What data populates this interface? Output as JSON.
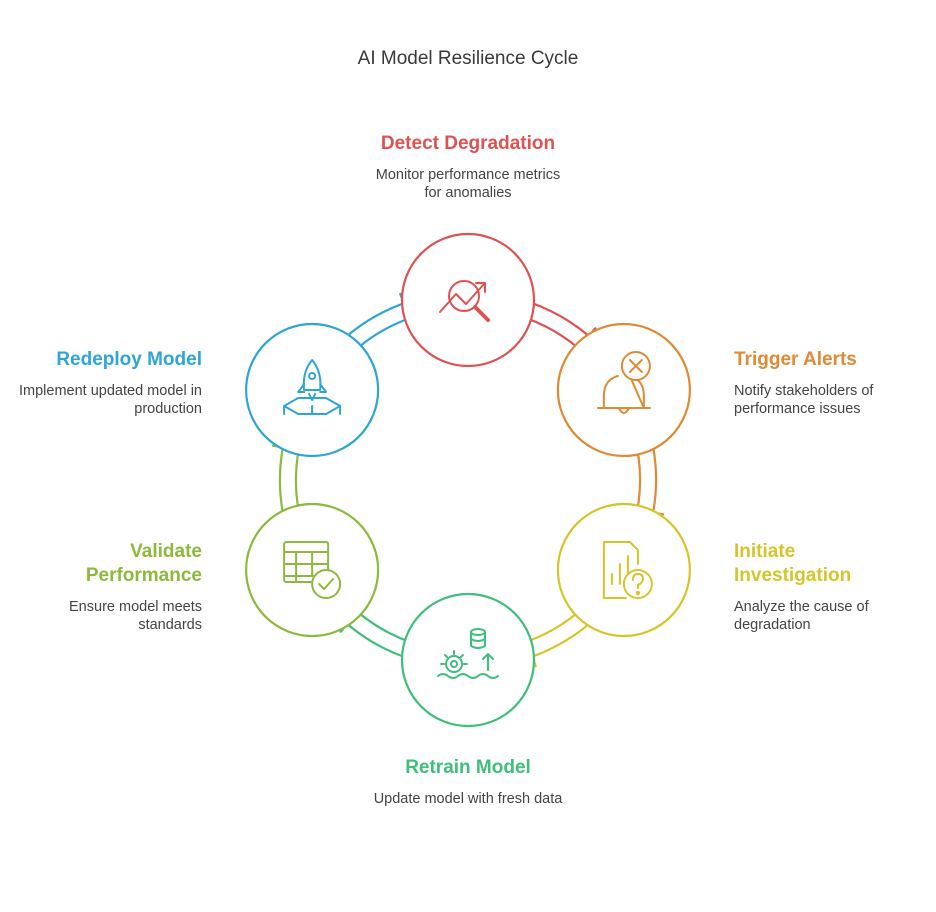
{
  "title": "AI Model Resilience Cycle",
  "stages": [
    {
      "id": "detect",
      "title": "Detect Degradation",
      "description": "Monitor performance metrics for anomalies",
      "color": "#e05252",
      "icon": "chart-magnifier-icon"
    },
    {
      "id": "trigger",
      "title": "Trigger Alerts",
      "description": "Notify stakeholders of performance issues",
      "color": "#e08a33",
      "icon": "bell-alert-icon"
    },
    {
      "id": "investigate",
      "title": "Initiate Investigation",
      "description": "Analyze the cause of degradation",
      "color": "#d4c62a",
      "icon": "document-question-icon"
    },
    {
      "id": "retrain",
      "title": "Retrain Model",
      "description": "Update model with fresh data",
      "color": "#3fbf7a",
      "icon": "gears-database-icon"
    },
    {
      "id": "validate",
      "title": "Validate Performance",
      "description": "Ensure model meets standards",
      "color": "#8dba3c",
      "icon": "table-check-icon"
    },
    {
      "id": "redeploy",
      "title": "Redeploy Model",
      "description": "Implement updated model in production",
      "color": "#2ea5d8",
      "icon": "rocket-icon"
    }
  ]
}
